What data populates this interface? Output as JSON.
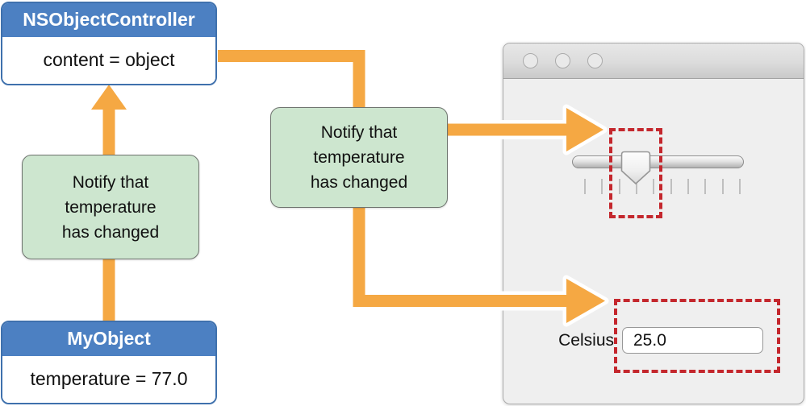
{
  "diagram": {
    "controller_box": {
      "title": "NSObjectController",
      "body": "content = object"
    },
    "model_box": {
      "title": "MyObject",
      "body": "temperature = 77.0"
    },
    "notify_left": {
      "text": "Notify that\ntemperature\nhas changed"
    },
    "notify_right": {
      "text": "Notify that\ntemperature\nhas changed"
    }
  },
  "window_mock": {
    "celsius_label": "Celsius",
    "temperature_value": "25.0"
  },
  "colors": {
    "box_blue": "#4c80c2",
    "box_blue_border": "#3f71ad",
    "arrow_orange": "#f5a843",
    "notify_green": "#cde6cf",
    "highlight_red": "#c4272d",
    "window_gray": "#efefef"
  }
}
